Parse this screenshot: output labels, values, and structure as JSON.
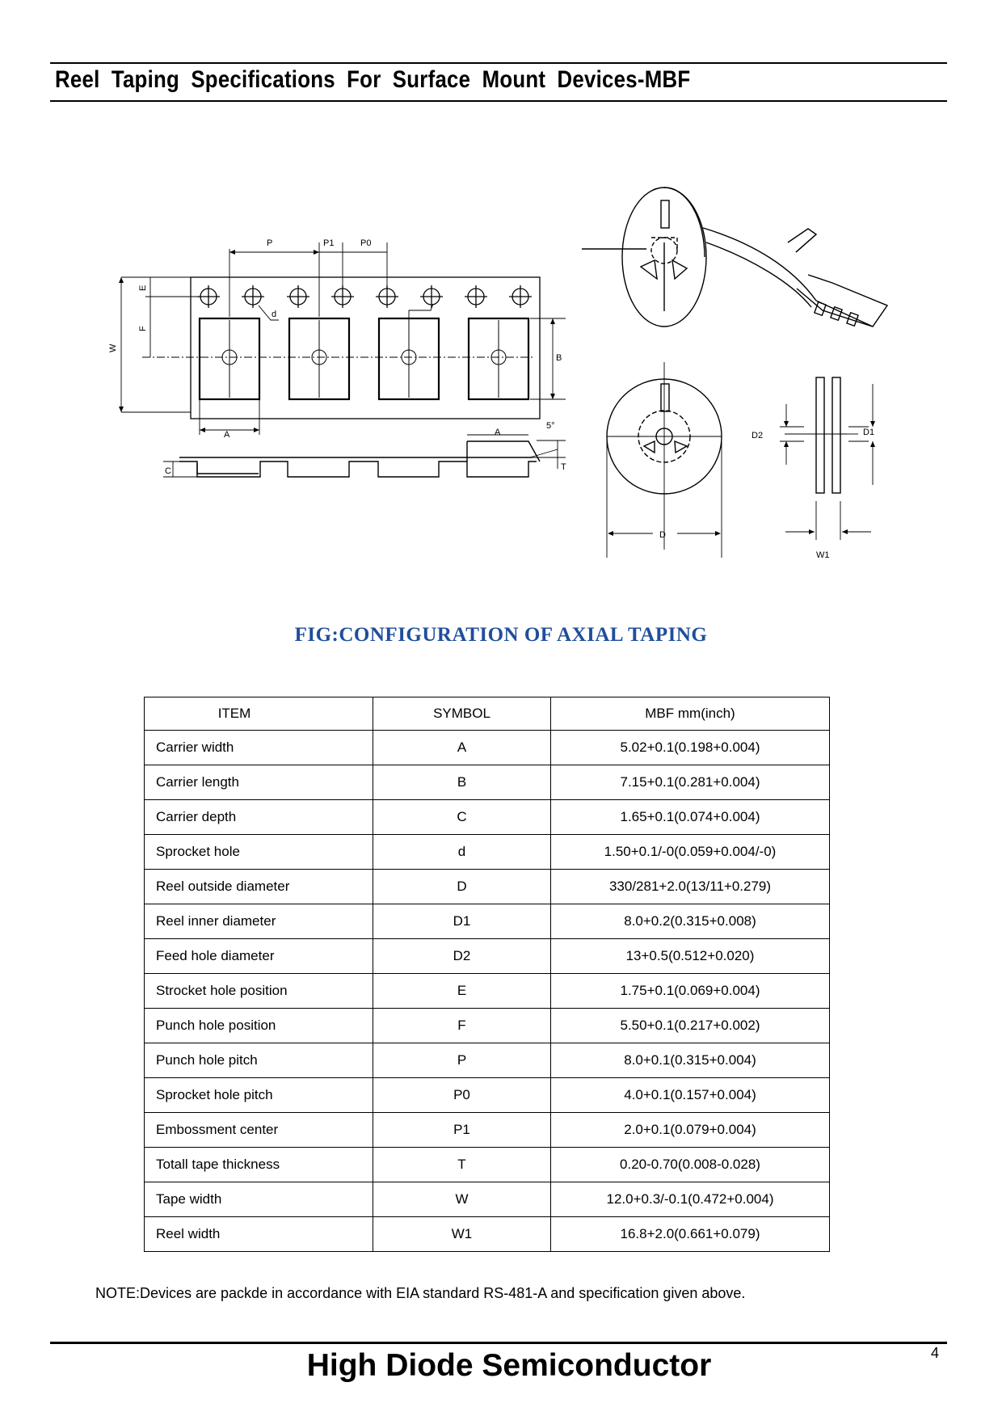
{
  "header": {
    "title": "Reel Taping Specifications For Surface Mount Devices-MBF"
  },
  "figure": {
    "caption": "FIG:CONFIGURATION OF AXIAL TAPING",
    "labels": {
      "P": "P",
      "P1": "P1",
      "P0": "P0",
      "E": "E",
      "F": "F",
      "W": "W",
      "d": "d",
      "B": "B",
      "A": "A",
      "C": "C",
      "T": "T",
      "angle": "5°",
      "D": "D",
      "D1": "D1",
      "D2": "D2",
      "W1": "W1"
    }
  },
  "table": {
    "headers": {
      "item": "ITEM",
      "symbol": "SYMBOL",
      "value": "MBF mm(inch)"
    },
    "rows": [
      {
        "item": "Carrier width",
        "symbol": "A",
        "value": "5.02+0.1(0.198+0.004)"
      },
      {
        "item": "Carrier length",
        "symbol": "B",
        "value": "7.15+0.1(0.281+0.004)"
      },
      {
        "item": "Carrier depth",
        "symbol": "C",
        "value": "1.65+0.1(0.074+0.004)"
      },
      {
        "item": "Sprocket hole",
        "symbol": "d",
        "value": "1.50+0.1/-0(0.059+0.004/-0)"
      },
      {
        "item": "Reel outside diameter",
        "symbol": "D",
        "value": "330/281+2.0(13/11+0.279)"
      },
      {
        "item": "Reel inner diameter",
        "symbol": "D1",
        "value": "8.0+0.2(0.315+0.008)"
      },
      {
        "item": "Feed hole diameter",
        "symbol": "D2",
        "value": "13+0.5(0.512+0.020)"
      },
      {
        "item": "Strocket hole position",
        "symbol": "E",
        "value": "1.75+0.1(0.069+0.004)"
      },
      {
        "item": "Punch hole position",
        "symbol": "F",
        "value": "5.50+0.1(0.217+0.002)"
      },
      {
        "item": "Punch hole pitch",
        "symbol": "P",
        "value": "8.0+0.1(0.315+0.004)"
      },
      {
        "item": "Sprocket hole pitch",
        "symbol": "P0",
        "value": "4.0+0.1(0.157+0.004)"
      },
      {
        "item": "Embossment center",
        "symbol": "P1",
        "value": "2.0+0.1(0.079+0.004)"
      },
      {
        "item": "Totall tape thickness",
        "symbol": "T",
        "value": "0.20-0.70(0.008-0.028)"
      },
      {
        "item": "Tape width",
        "symbol": "W",
        "value": "12.0+0.3/-0.1(0.472+0.004)"
      },
      {
        "item": "Reel width",
        "symbol": "W1",
        "value": "16.8+2.0(0.661+0.079)"
      }
    ]
  },
  "note": "NOTE:Devices are packde in accordance with EIA standard RS-481-A and specification given above.",
  "footer": {
    "company": "High Diode Semiconductor",
    "page_number": "4"
  }
}
